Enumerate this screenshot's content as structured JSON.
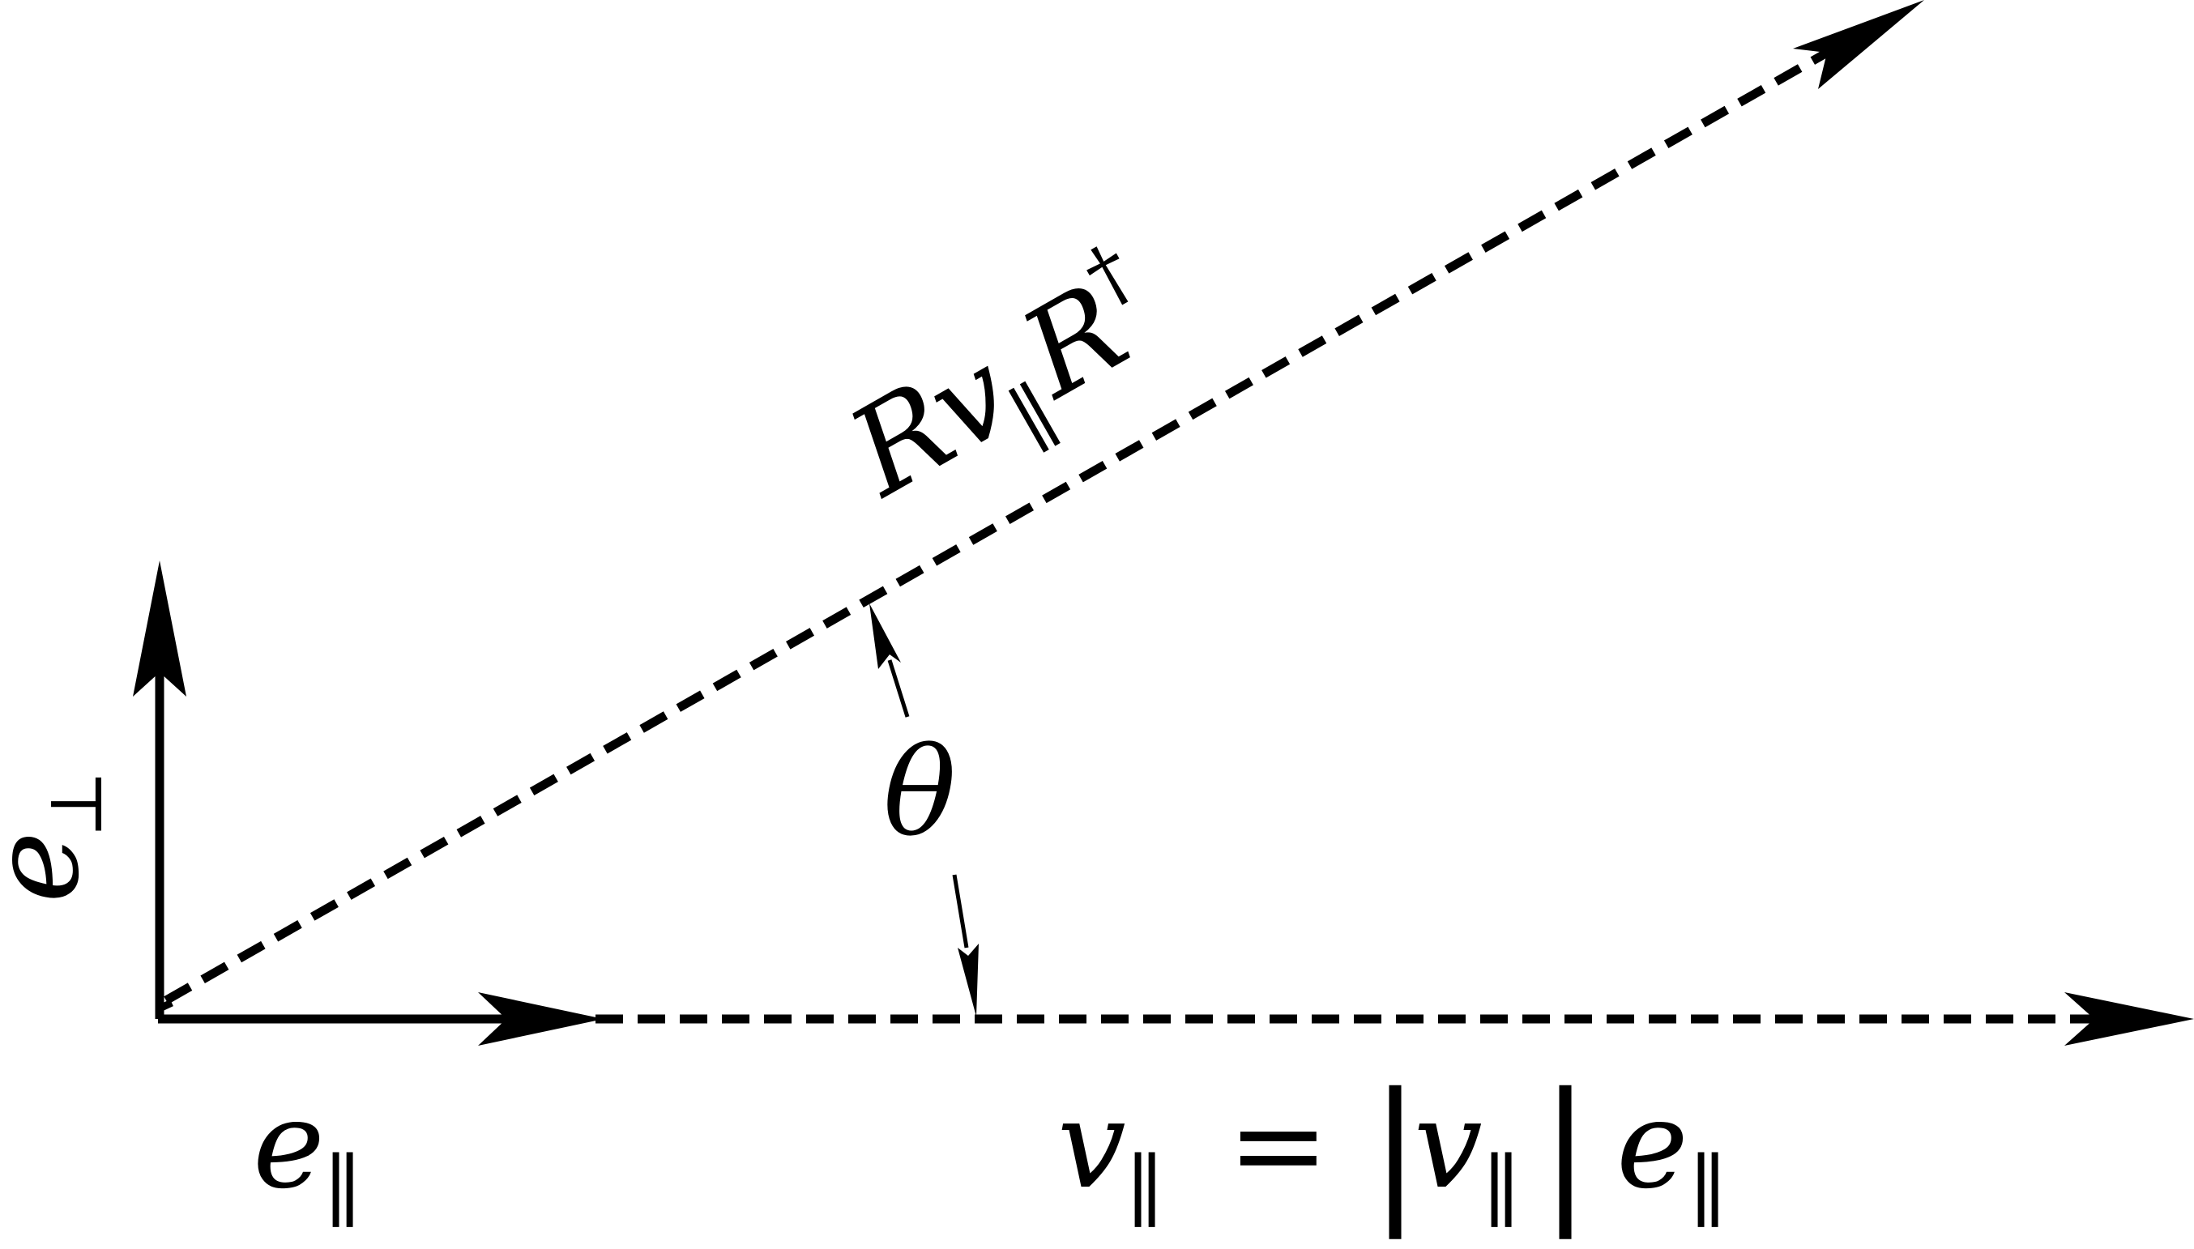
{
  "diagram": {
    "colors": {
      "ink": "#000000",
      "background": "#ffffff"
    },
    "labels": {
      "e_perp": {
        "base": "e",
        "sub": "⊥"
      },
      "e_par": {
        "base": "e",
        "sub": "∥"
      },
      "rotated": {
        "r1": "R",
        "v": "v",
        "sub": "∥",
        "r2": "R",
        "sup": "†"
      },
      "theta": "θ",
      "equation": {
        "lhs_v": "v",
        "lhs_sub": "∥",
        "equals": "=",
        "bar_left": "|",
        "mid_v": "v",
        "mid_sub": "∥",
        "bar_right": "|",
        "rhs_e": "e",
        "rhs_sub": "∥"
      }
    },
    "vectors": [
      {
        "name": "e_perp",
        "style": "solid"
      },
      {
        "name": "e_par",
        "style": "solid"
      },
      {
        "name": "v_par",
        "style": "dashed"
      },
      {
        "name": "R_v_par_R_dagger",
        "style": "dashed"
      }
    ]
  }
}
